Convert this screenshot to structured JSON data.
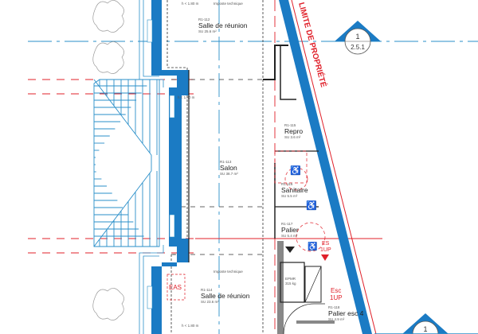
{
  "colors": {
    "wall": "#1b7bc4",
    "property_line": "#e0202a",
    "axis": "#2a8fc9",
    "hatch": "#2a8fc9",
    "dash": "#333333"
  },
  "property_line_label": "LIMITE DE PROPRIÉTÉ",
  "section_marker": {
    "number": "1",
    "sheet": "2.5.1"
  },
  "section_marker_bottom": {
    "number": "1"
  },
  "annotations": {
    "height_top": "h < 1.80 m",
    "imposte_top": "Imposte technique",
    "height_mid": "h < 1.80 m",
    "imposte_bottom": "Imposte technique",
    "height_bottom": "h < 1.80 m",
    "eas": "EAS",
    "elevator": "EPMR",
    "elevator_load": "315 kg",
    "stair_es": "ES",
    "stair_es_up": "1UP",
    "stair_esc": "Esc",
    "stair_esc_up": "1UP"
  },
  "rooms": [
    {
      "code": "R1-112",
      "name": "Salle de réunion",
      "area": "SU 25.6 m²"
    },
    {
      "code": "R1-113",
      "name": "Salon",
      "area": "SU 38.7 m²"
    },
    {
      "code": "R1-115",
      "name": "Repro",
      "area": "SU 3.6 m²"
    },
    {
      "code": "R1-116",
      "name": "Sanitaire",
      "area": "SU 5.5 m²"
    },
    {
      "code": "R1-117",
      "name": "Palier",
      "area": "SU 5.4 m²"
    },
    {
      "code": "R1-114",
      "name": "Salle de réunion",
      "area": "SU 23.6 m²"
    },
    {
      "code": "R1-118",
      "name": "Palier esc 4",
      "area": "SU 4.9 m²"
    }
  ]
}
